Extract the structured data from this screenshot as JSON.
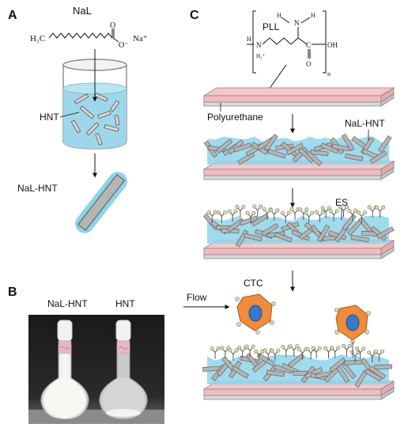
{
  "panels": {
    "a": "A",
    "b": "B",
    "c": "C"
  },
  "panel_a": {
    "nal": "NaL",
    "h3c": "H₃C",
    "o_top": "O",
    "o_minus": "O⁻",
    "na_plus": "Na⁺",
    "hnt": "HNT",
    "nal_hnt": "NaL-HNT"
  },
  "panel_b": {
    "nal_hnt": "NaL-HNT",
    "hnt": "HNT"
  },
  "panel_c": {
    "pll": "PLL",
    "pll_h": "H",
    "pll_n": "N",
    "pll_n_left": "N",
    "pll_h_left": "H",
    "pll_h2": "H₂⁺",
    "pll_h_amine": "H",
    "pll_n_amine": "N",
    "pll_o": "O",
    "pll_c": "C",
    "pll_oh": "OH",
    "pll_n_sub": "n",
    "polyurethane": "Polyurethane",
    "nal_hnt": "NaL-HNT",
    "es": "ES",
    "flow": "Flow",
    "ctc": "CTC"
  },
  "colors": {
    "slab_top": "#f4c7cb",
    "slab_side": "#e6a9af",
    "slab_bottom": "#d8d8d8",
    "coating": "#8fd3ea",
    "tube": "#b5b5b5",
    "cell": "#f08c3c",
    "nucleus": "#3a78c9",
    "ligand": "#d9dca5",
    "beaker_water": "#9ed7ea"
  }
}
